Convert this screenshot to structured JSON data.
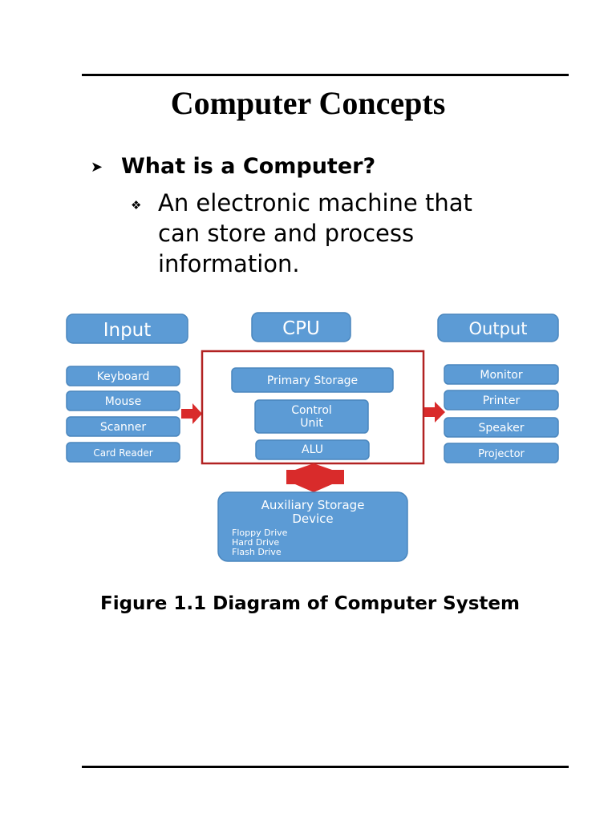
{
  "page": {
    "title": "Computer Concepts",
    "question": "What is a Computer?",
    "answer": "An electronic machine that can store and process information.",
    "caption": "Figure 1.1 Diagram of Computer System"
  },
  "diagram": {
    "input_header": "Input",
    "cpu_header": "CPU",
    "output_header": "Output",
    "inputs": [
      "Keyboard",
      "Mouse",
      "Scanner",
      "Card Reader"
    ],
    "cpu_parts": {
      "primary_storage": "Primary Storage",
      "control_unit_line1": "Control",
      "control_unit_line2": "Unit",
      "alu": "ALU"
    },
    "outputs": [
      "Monitor",
      "Printer",
      "Speaker",
      "Projector"
    ],
    "auxiliary": {
      "title_line1": "Auxiliary Storage",
      "title_line2": "Device",
      "items": [
        "Floppy Drive",
        "Hard Drive",
        "Flash Drive"
      ]
    }
  },
  "colors": {
    "box_fill": "#5c9bd5",
    "cpu_frame": "#b22222",
    "arrow": "#d92b2b"
  }
}
